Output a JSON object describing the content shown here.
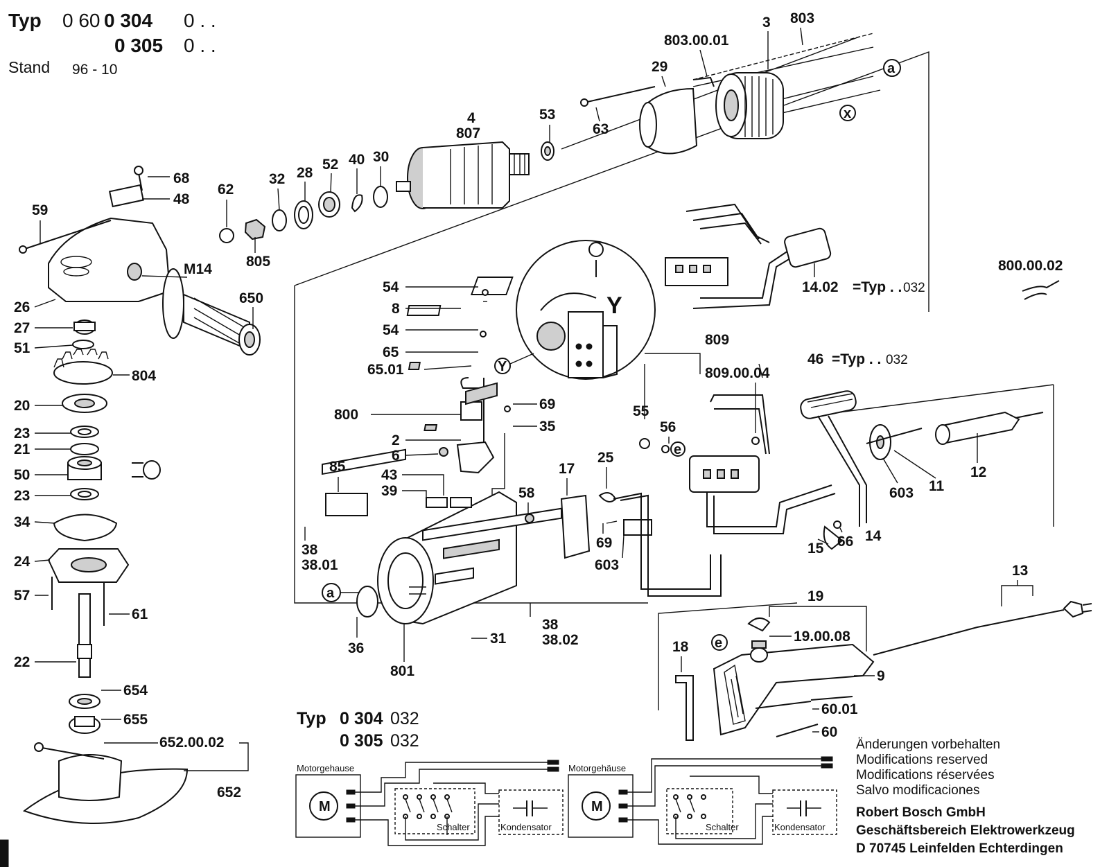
{
  "header": {
    "typ_label": "Typ",
    "typ_line1_pre": "0 60",
    "typ_line1_bold": "0 304",
    "typ_line1_post": "0 . .",
    "typ_line2_bold": "0 305",
    "typ_line2_post": "0 . .",
    "stand_label": "Stand",
    "stand_value": "96 - 10"
  },
  "part_labels": {
    "p3": "3",
    "p803": "803",
    "p803_00_01": "803.00.01",
    "p29": "29",
    "pa_top": "a",
    "px": "x",
    "p53": "53",
    "p63": "63",
    "p4": "4",
    "p807": "807",
    "p68": "68",
    "p48": "48",
    "p62": "62",
    "p32": "32",
    "p28": "28",
    "p52": "52",
    "p40": "40",
    "p30": "30",
    "p59": "59",
    "p805": "805",
    "pM14": "M14",
    "p650": "650",
    "p26": "26",
    "p27": "27",
    "p51": "51",
    "p804": "804",
    "p20": "20",
    "p23a": "23",
    "p21": "21",
    "p50": "50",
    "p23b": "23",
    "p34": "34",
    "p24": "24",
    "p57": "57",
    "p61": "61",
    "p22": "22",
    "p654": "654",
    "p655": "655",
    "p652_00_02": "652.00.02",
    "p652": "652",
    "p54a": "54",
    "p8": "8",
    "p54b": "54",
    "p65": "65",
    "p65_01": "65.01",
    "pY_small": "Y",
    "pY_big": "Y",
    "p800": "800",
    "p69a": "69",
    "p35": "35",
    "p2": "2",
    "p6": "6",
    "p85": "85",
    "p43": "43",
    "p39": "39",
    "p58": "58",
    "p17": "17",
    "p25": "25",
    "p69b": "69",
    "p603a": "603",
    "p38a": "38",
    "p38_01": "38.01",
    "pa_mid": "a",
    "p36": "36",
    "p801": "801",
    "p31": "31",
    "p38b": "38",
    "p38_02": "38.02",
    "p14_02": "14.02",
    "p14_02_typ": "=Typ . .",
    "p14_02_num": "032",
    "p800_00_02": "800.00.02",
    "p809": "809",
    "p809_00_04": "809.00.04",
    "p46": "46",
    "p46_typ": "=Typ . .",
    "p46_num": "032",
    "p55": "55",
    "p56": "56",
    "pe_mid": "e",
    "p603b": "603",
    "p11": "11",
    "p12": "12",
    "p15": "15",
    "p66": "66",
    "p14": "14",
    "p13": "13",
    "p19": "19",
    "p19_00_08": "19.00.08",
    "p18": "18",
    "pe_low": "e",
    "p9": "9",
    "p60_01": "60.01",
    "p60": "60"
  },
  "wiring": {
    "typ_label": "Typ",
    "typ_line1_bold": "0 304",
    "typ_line1_post": "032",
    "typ_line2_bold": "0 305",
    "typ_line2_post": "032",
    "left": {
      "motor_label": "Motorgehause",
      "motor_symbol": "M",
      "switch_label": "Schalter",
      "capacitor_label": "Kondensator"
    },
    "right": {
      "motor_label": "Motorgehäuse",
      "motor_symbol": "M",
      "switch_label": "Schalter",
      "capacitor_label": "Kondensator"
    }
  },
  "notes": {
    "mod_de": "Änderungen vorbehalten",
    "mod_en": "Modifications reserved",
    "mod_fr": "Modifications réservées",
    "mod_es": "Salvo modificaciones",
    "company": "Robert Bosch GmbH",
    "division": "Geschäftsbereich Elektrowerkzeug",
    "address": "D 70745 Leinfelden Echterdingen"
  }
}
